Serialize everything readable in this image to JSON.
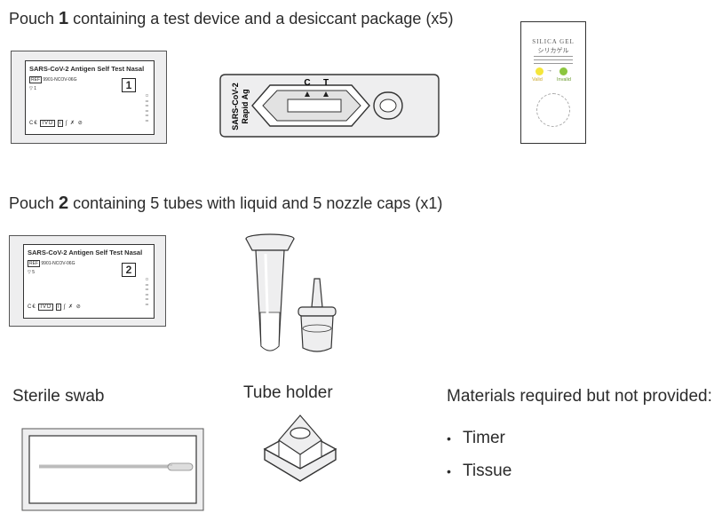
{
  "pouch1": {
    "heading_prefix": "Pouch ",
    "heading_number": "1",
    "heading_suffix": " containing a test device and a desiccant package (x5)",
    "card_title": "SARS-CoV-2 Antigen Self Test Nasal",
    "ref_code": "9901-NCOV-06G",
    "count": "1",
    "number_box": "1"
  },
  "test_device": {
    "window_letter_c": "C",
    "window_letter_t": "T",
    "side_label_line1": "SARS-CoV-2",
    "side_label_line2": "Rapid Ag"
  },
  "desiccant": {
    "title": "SILICA GEL",
    "subtitle": "シリカゲル",
    "valid_label": "Valid",
    "invalid_label": "Invalid"
  },
  "pouch2": {
    "heading_prefix": "Pouch ",
    "heading_number": "2",
    "heading_suffix": " containing 5 tubes with liquid and 5 nozzle caps (x1)",
    "card_title": "SARS-CoV-2 Antigen Self Test Nasal",
    "ref_code": "9901-NCOV-06G",
    "count": "5",
    "number_box": "2"
  },
  "labels": {
    "sterile_swab": "Sterile swab",
    "tube_holder": "Tube holder",
    "materials_heading": "Materials required but not provided:",
    "materials": [
      "Timer",
      "Tissue"
    ]
  },
  "colors": {
    "valid_dot": "#f5e63a",
    "invalid_dot": "#8cc63f",
    "pouch_fill": "#eeeeef"
  }
}
